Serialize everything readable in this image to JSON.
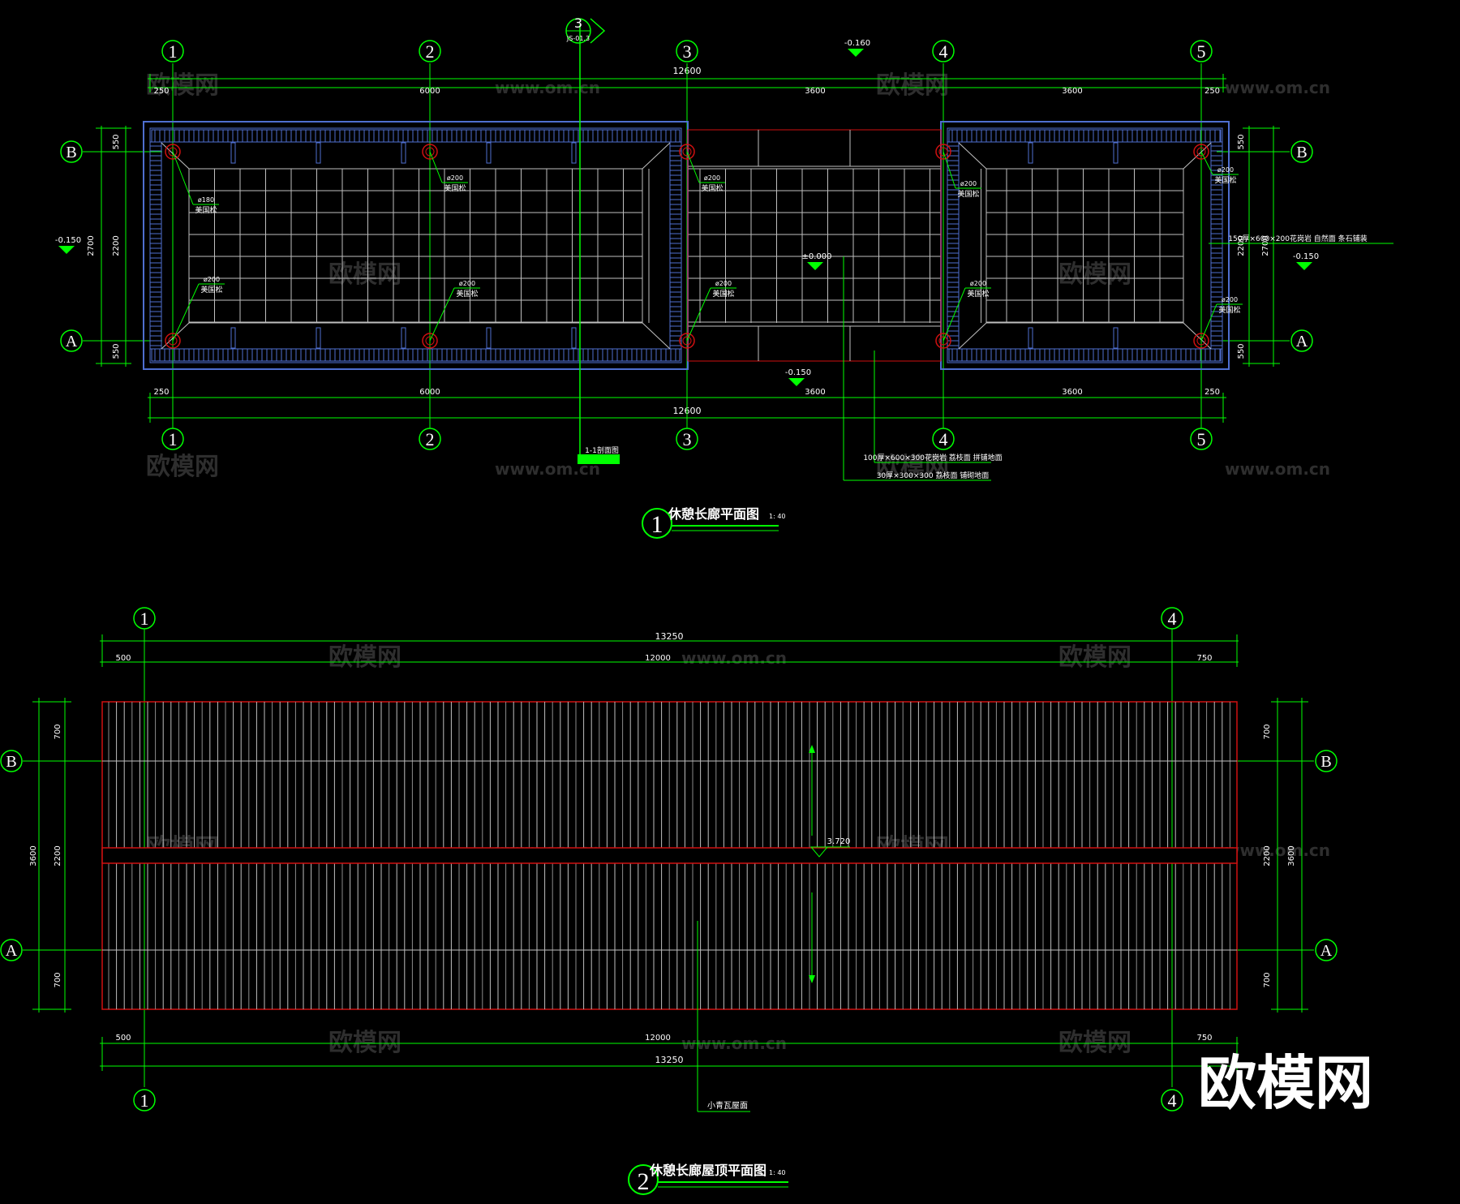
{
  "colors": {
    "background": "#000000",
    "dim": "#00ff00",
    "grid": "#bfbfbf",
    "blue": "#4f6fd0",
    "red": "#d01010",
    "white": "#ffffff",
    "watermark": "#2e2e2e"
  },
  "watermark": {
    "site": "www.om.cn",
    "brand": "欧模网",
    "logo_text": "欧模网"
  },
  "plan": {
    "title": "休憩长廊平面图",
    "scale": "1: 40",
    "number": "1",
    "axes_x": [
      "1",
      "2",
      "3",
      "4",
      "5"
    ],
    "axes_y": [
      "B",
      "A"
    ],
    "total_dim": "12600",
    "dims_top": [
      "250",
      "6000",
      "3600",
      "3600",
      "250"
    ],
    "dims_side": [
      "550",
      "2200",
      "550"
    ],
    "side_total": "2700",
    "section_marker_num": "3",
    "section_marker_ref": "JS-01.3",
    "section_label": "1-1剖面图",
    "column_dim": "ø200",
    "column_label": "美国松",
    "column_dim_small": "ø180",
    "level_minus": "-0.150",
    "level_zero": "±0.000",
    "level_minus_alt": "-0.160",
    "note_right": "150厚×600×200花岗岩 自然面 条石铺装",
    "note_1": "100厚×600×300花岗岩 荔枝面 拼铺地面",
    "note_2": "30厚×300×300 荔枝面 铺砌地面"
  },
  "roof": {
    "title": "休憩长廊屋顶平面图",
    "scale": "1: 40",
    "number": "2",
    "axes_x": [
      "1",
      "4"
    ],
    "axes_y": [
      "B",
      "A"
    ],
    "total_dim": "13250",
    "dims": [
      "500",
      "12000",
      "750"
    ],
    "side_dims": [
      "700",
      "2200",
      "700"
    ],
    "side_total": "3600",
    "ridge_level": "3.720",
    "material_label": "小青瓦屋面"
  }
}
